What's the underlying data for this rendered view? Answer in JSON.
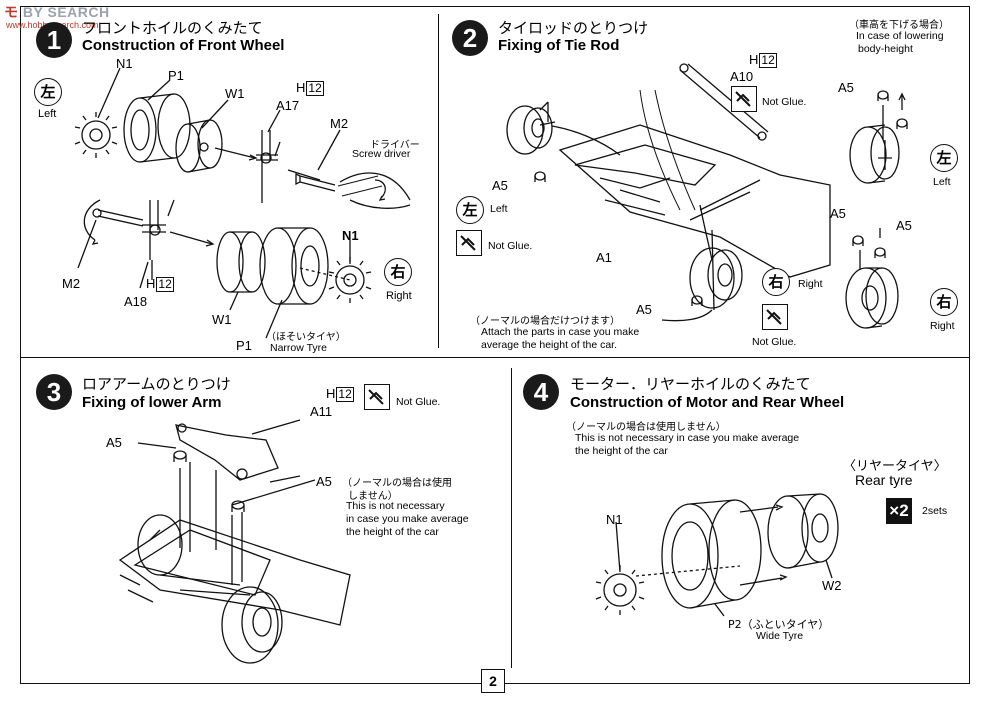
{
  "watermark": {
    "brand_a": "モ",
    "brand_b": "BY SEARCH",
    "sub": "www.hobbysearch.com"
  },
  "page_number": "2",
  "step1": {
    "num": "1",
    "title_jp": "フロントホイルのくみたて",
    "title_en": "Construction of Front Wheel",
    "left_jp": "左",
    "left_en": "Left",
    "right_jp": "右",
    "right_en": "Right",
    "parts": {
      "n1a": "N1",
      "p1a": "P1",
      "w1a": "W1",
      "a17": "A17",
      "m2a": "M2",
      "m2b": "M2",
      "a18": "A18",
      "w1b": "W1",
      "p1b": "P1",
      "n1b": "N1"
    },
    "h_label": "H",
    "h_num": "12",
    "h_label_b": "H",
    "h_num_b": "12",
    "driver_jp": "ドライバー",
    "driver_en": "Screw driver",
    "narrow_jp": "（ほそいタイヤ）",
    "narrow_en": "Narrow Tyre"
  },
  "step2": {
    "num": "2",
    "title_jp": "タイロッドのとりつけ",
    "title_en": "Fixing of Tie Rod",
    "h_label": "H",
    "h_num": "12",
    "a10": "A10",
    "not_glue_1": "Not Glue.",
    "not_glue_2": "Not Glue.",
    "not_glue_3": "Not Glue.",
    "a5a": "A5",
    "a5b": "A5",
    "a5c": "A5",
    "a5d": "A5",
    "a5e": "A5",
    "a1": "A1",
    "left_jp": "左",
    "left_en": "Left",
    "right_jp": "右",
    "right_en": "Right",
    "lower_jp": "（車高を下げる場合）",
    "lower_en_1": "In case of lowering",
    "lower_en_2": "body-height",
    "side_left_jp": "左",
    "side_left_en": "Left",
    "side_right_jp": "右",
    "side_right_en": "Right",
    "normal_jp": "（ノーマルの場合だけつけます）",
    "normal_en_1": "Attach the parts in case you make",
    "normal_en_2": "average the height of the car."
  },
  "step3": {
    "num": "3",
    "title_jp": "ロアアームのとりつけ",
    "title_en": "Fixing of lower Arm",
    "h_label": "H",
    "h_num": "12",
    "not_glue": "Not Glue.",
    "a11": "A11",
    "a5a": "A5",
    "a5b": "A5",
    "note_jp_1": "（ノーマルの場合は使用",
    "note_jp_2": "しません）",
    "note_en_1": "This is not necessary",
    "note_en_2": "in case you make average",
    "note_en_3": "the height of the car"
  },
  "step4": {
    "num": "4",
    "title_jp": "モーター．リヤーホイルのくみたて",
    "title_en": "Construction of Motor and Rear Wheel",
    "note_jp": "（ノーマルの場合は使用しません）",
    "note_en_1": "This is not necessary in case you make average",
    "note_en_2": "the height of the car",
    "rear_jp": "〈リヤータイヤ〉",
    "rear_en": "Rear tyre",
    "x2": "×2",
    "sets": "2sets",
    "n1": "N1",
    "w2": "W2",
    "p2_jp": "P2（ふといタイヤ）",
    "p2_en": "Wide Tyre"
  }
}
